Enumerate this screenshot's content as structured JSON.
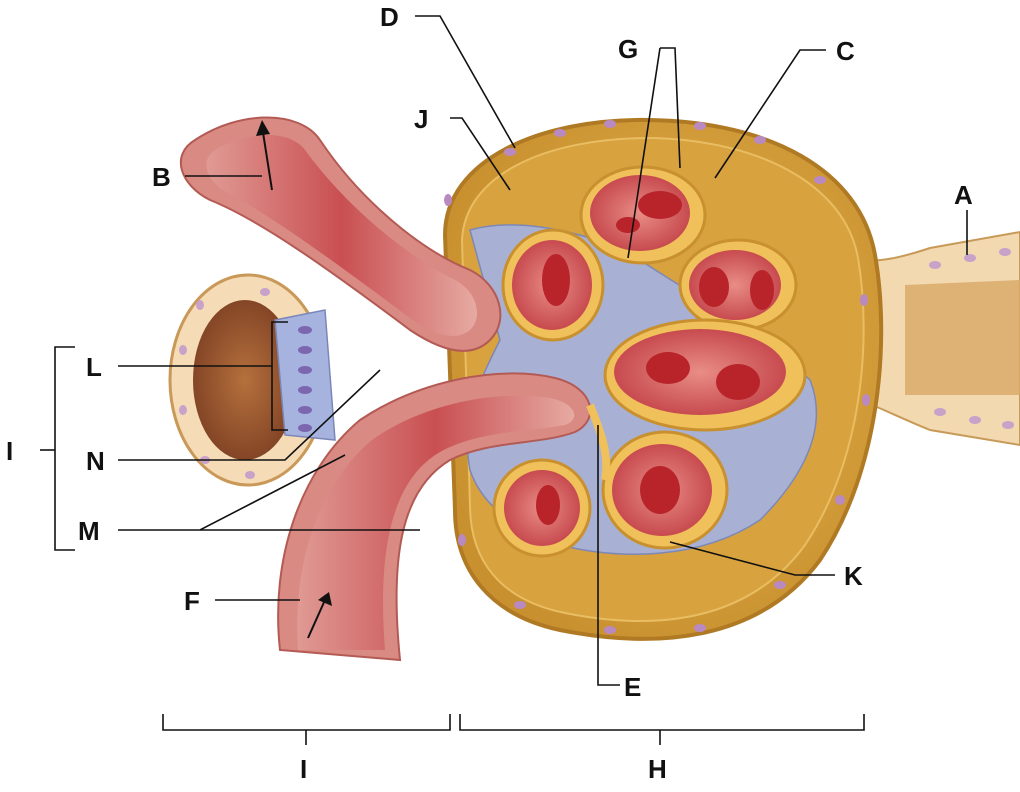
{
  "labels": {
    "A": "A",
    "B": "B",
    "C": "C",
    "D": "D",
    "E": "E",
    "F": "F",
    "G": "G",
    "H": "H",
    "I_side": "I",
    "I_bottom": "I",
    "J": "J",
    "K": "K",
    "L": "L",
    "M": "M",
    "N": "N"
  },
  "colors": {
    "capsule": "#d9a441",
    "capsule_light": "#efc46b",
    "capsule_dark": "#b9872c",
    "vessel": "#c9585a",
    "vessel_light": "#e8a2a0",
    "vessel_wall": "#d98c84",
    "mesangium": "#a9b2d6",
    "podocyte": "#f2c95c",
    "tubule_cell": "#f4ddb8",
    "lumen": "#8a4a2a",
    "rbc": "#c0282c",
    "nucleus": "#b07fb8"
  }
}
